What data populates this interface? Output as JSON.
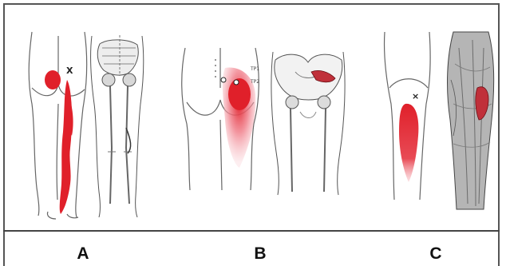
{
  "panels": [
    {
      "label": "A"
    },
    {
      "label": "B"
    },
    {
      "label": "C"
    }
  ],
  "colors": {
    "pain_red": "#e0202a",
    "pain_pink": "#f08a96",
    "muscle_red": "#c0303a",
    "outline": "#555555",
    "bone_shade": "#9a9a9a",
    "frame": "#444444"
  },
  "annotations": {
    "panel_b_marks": [
      "TP1",
      "TP2"
    ]
  }
}
